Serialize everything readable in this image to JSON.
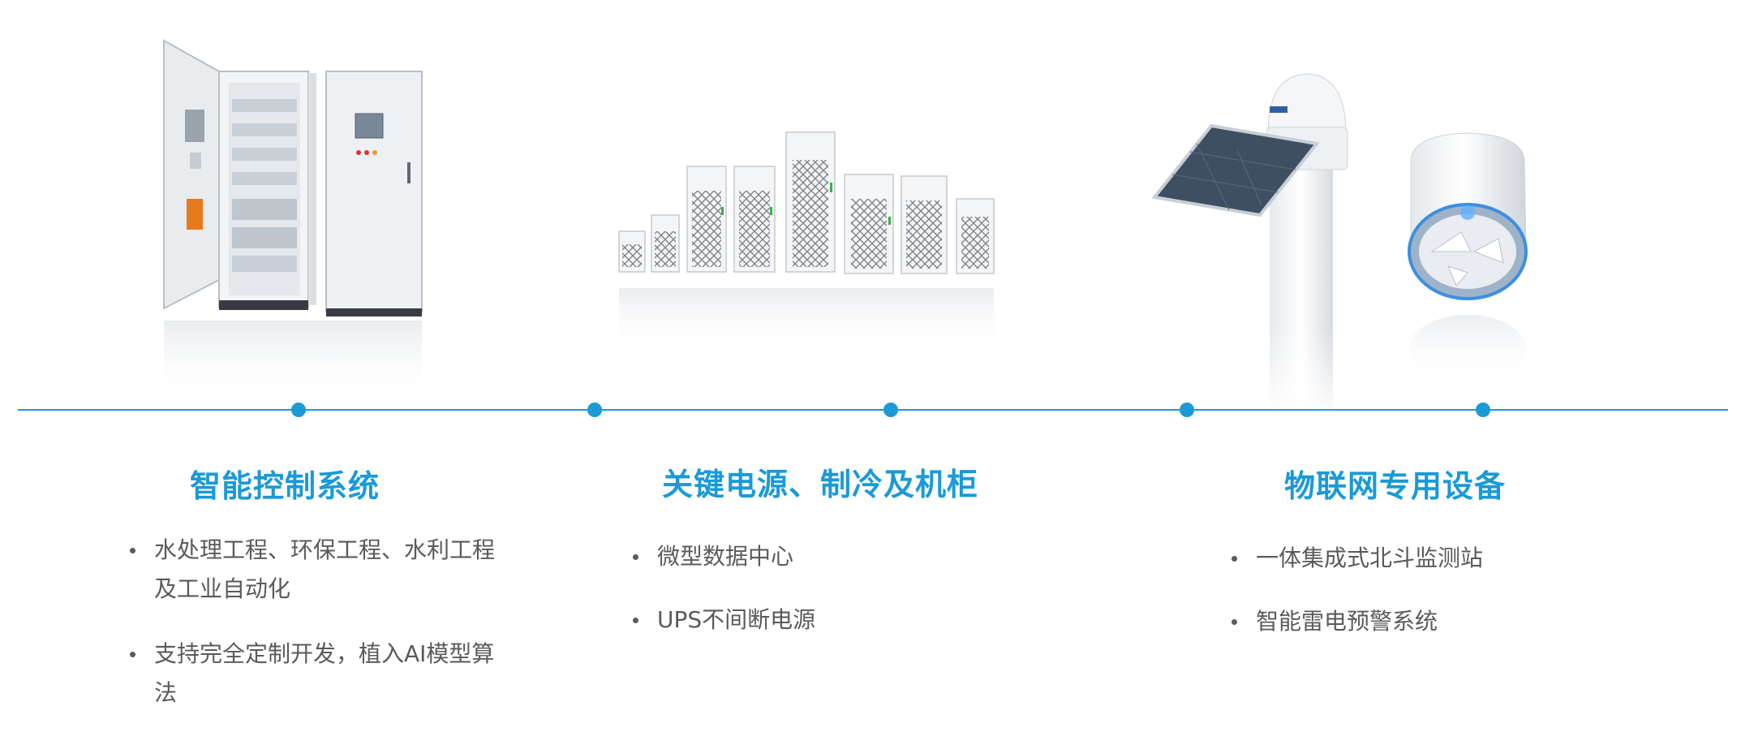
{
  "sections": [
    {
      "title": "智能控制系统",
      "bullets": [
        "水处理工程、环保工程、水利工程及工业自动化",
        "支持完全定制开发，植入AI模型算法"
      ]
    },
    {
      "title": "关键电源、制冷及机柜",
      "bullets": [
        "微型数据中心",
        "UPS不间断电源"
      ]
    },
    {
      "title": "物联网专用设备",
      "bullets": [
        "一体集成式北斗监测站",
        "智能雷电预警系统"
      ]
    }
  ],
  "colors": {
    "accent": "#1a9ad6",
    "text": "#5a5a5a"
  }
}
